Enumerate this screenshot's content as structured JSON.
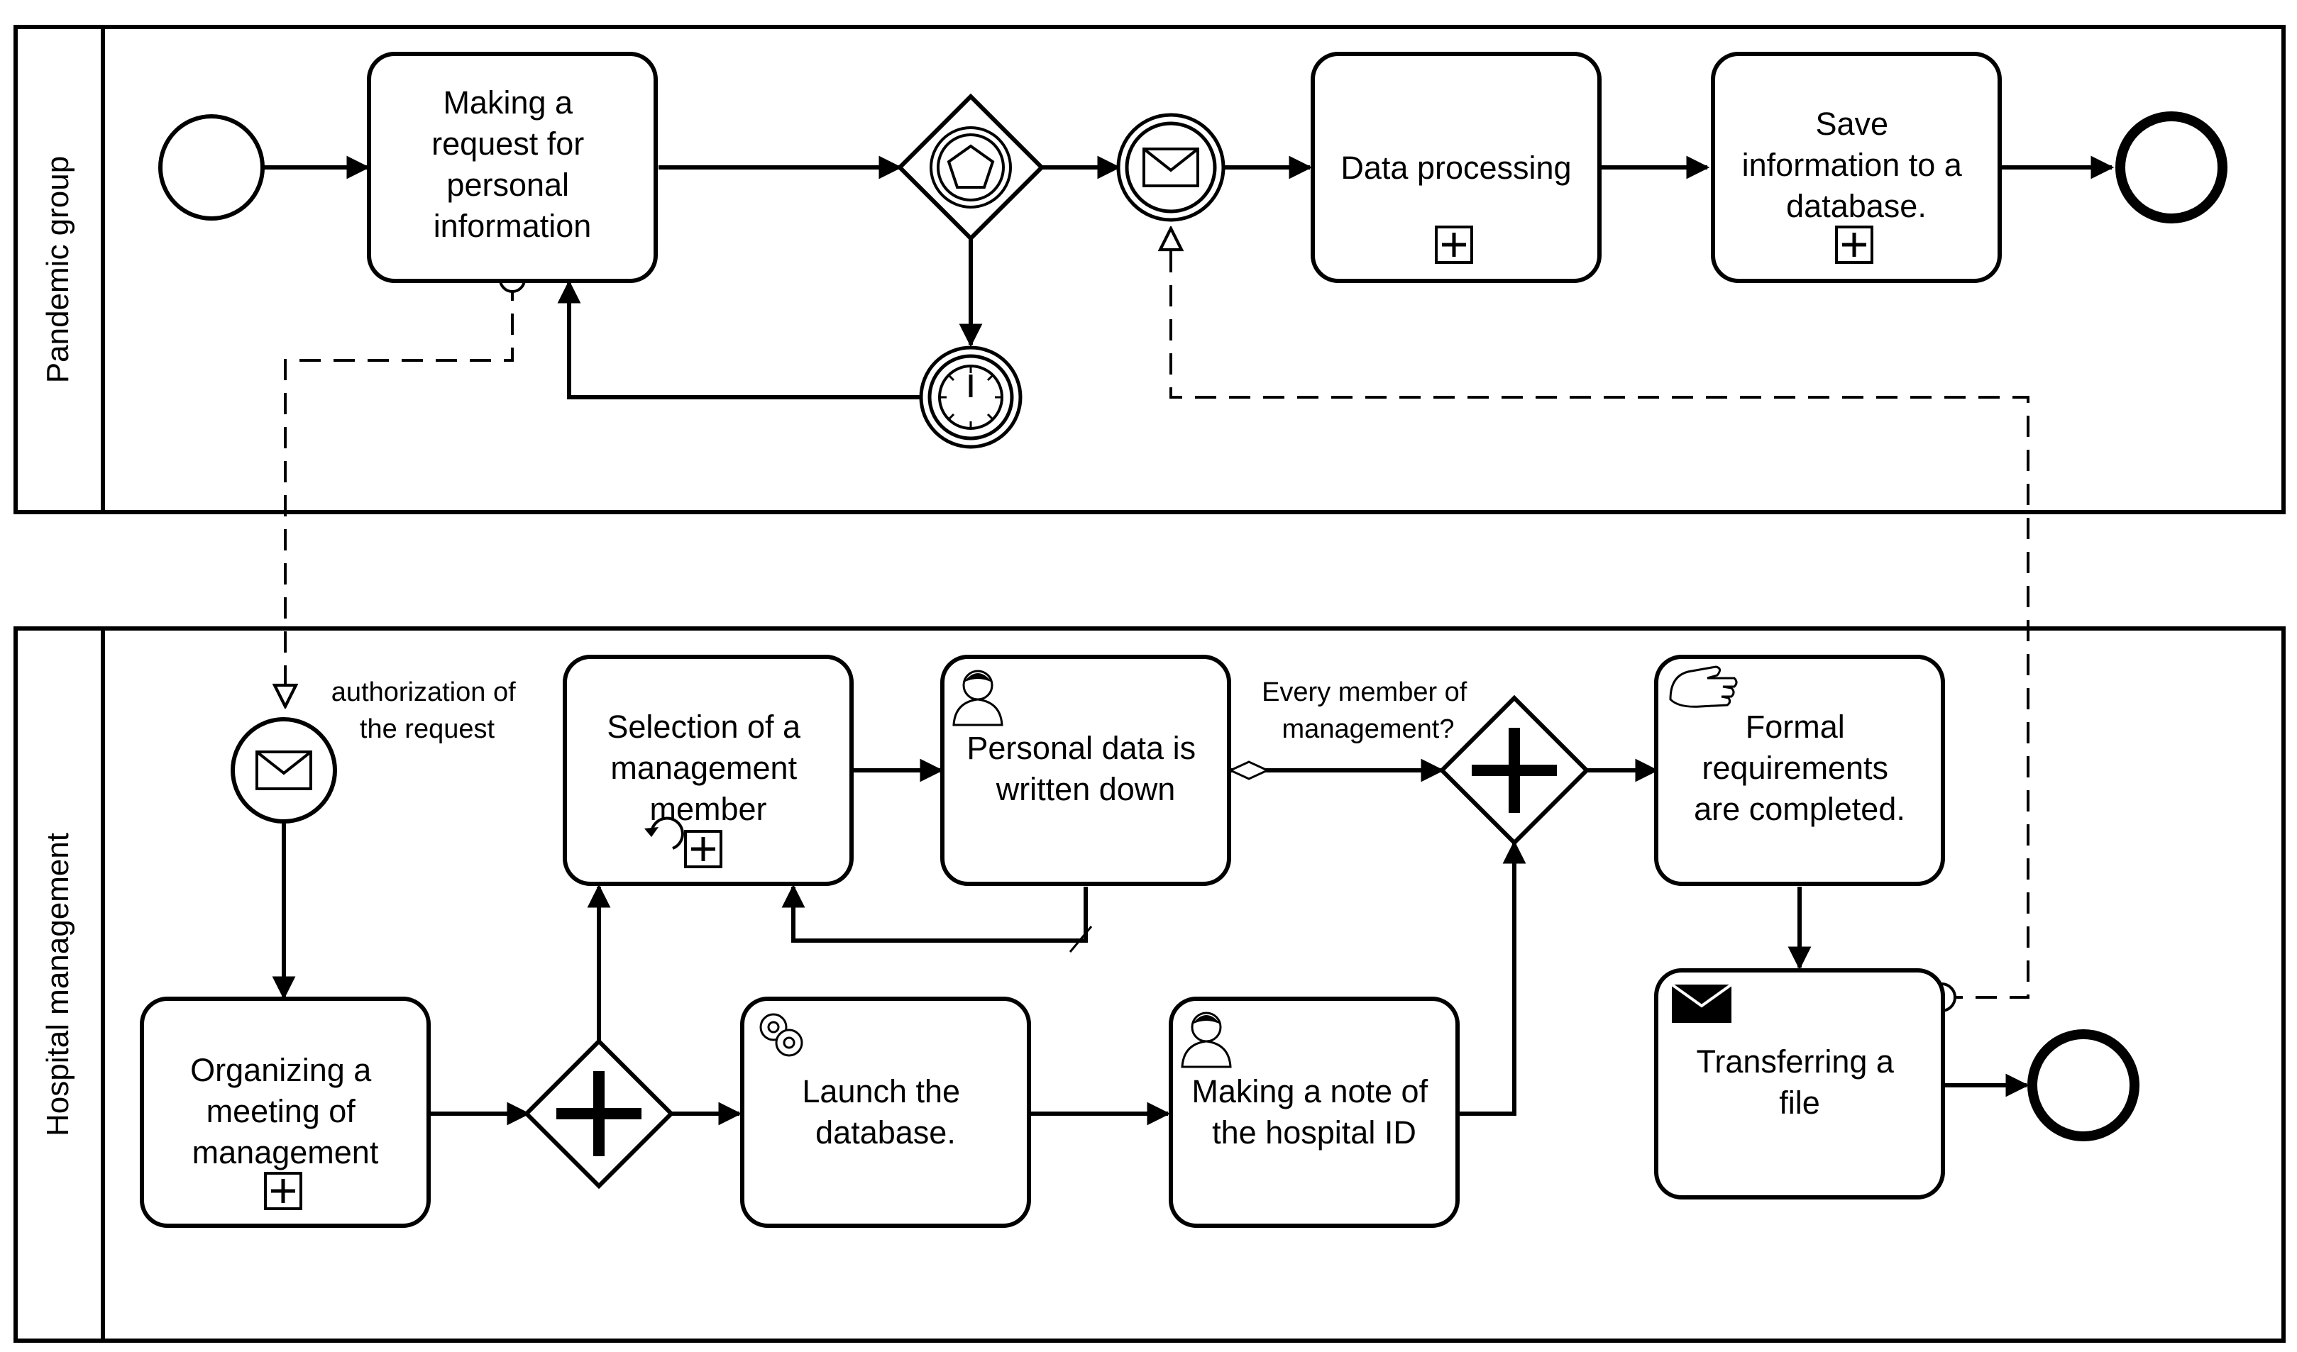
{
  "pools": [
    {
      "id": "pool-pandemic",
      "label": "Pandemic group"
    },
    {
      "id": "pool-hospital",
      "label": "Hospital management"
    }
  ],
  "tasks": {
    "request": {
      "lines": [
        "Making a",
        "request for",
        "personal",
        "information"
      ]
    },
    "processing": {
      "lines": [
        "Data processing"
      ]
    },
    "save": {
      "lines": [
        "Save",
        "information to a",
        "database."
      ]
    },
    "organize": {
      "lines": [
        "Organizing a",
        "meeting of",
        "management"
      ]
    },
    "selection": {
      "lines": [
        "Selection of a",
        "management",
        "member"
      ]
    },
    "personal": {
      "lines": [
        "Personal data is",
        "written down"
      ]
    },
    "launch": {
      "lines": [
        "Launch the",
        "database."
      ]
    },
    "note": {
      "lines": [
        "Making a note of",
        "the hospital ID"
      ]
    },
    "formal": {
      "lines": [
        "Formal",
        "requirements",
        "are completed."
      ]
    },
    "transfer": {
      "lines": [
        "Transferring a",
        "file"
      ]
    }
  },
  "annotations": {
    "authorization": [
      "authorization of",
      "the request"
    ],
    "every_member": [
      "Every member of",
      "management?"
    ]
  },
  "icons": {
    "start": "start-event-icon",
    "end": "end-event-icon",
    "event_gateway": "event-based-gateway-icon",
    "timer": "timer-event-icon",
    "message": "message-event-icon",
    "parallel": "parallel-gateway-icon",
    "subprocess": "subprocess-marker-icon",
    "loop": "loop-marker-icon",
    "user": "user-task-icon",
    "service": "service-task-icon",
    "manual": "manual-task-icon",
    "send": "send-task-icon"
  }
}
